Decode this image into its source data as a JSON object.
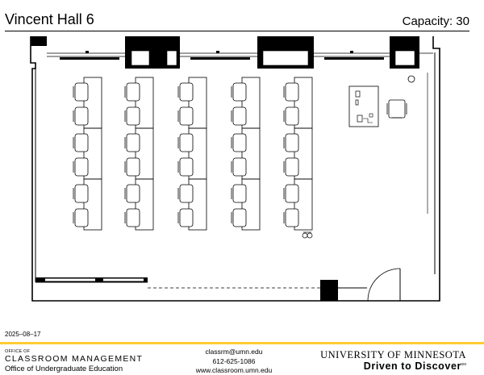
{
  "header": {
    "room_name": "Vincent Hall 6",
    "capacity": "Capacity: 30"
  },
  "floor_plan": {
    "tables_per_column": 3,
    "chairs_per_table": 2,
    "column_rows": [
      6,
      6,
      6,
      6,
      6
    ]
  },
  "footer": {
    "date": "2025–08–17",
    "office_of": "OFFICE OF",
    "office_name": "CLASSROOM MANAGEMENT",
    "office_sub": "Office of Undergraduate Education",
    "email": "classrm@umn.edu",
    "phone": "612-625-1086",
    "website": "www.classroom.umn.edu",
    "university": "UNIVERSITY OF MINNESOTA",
    "slogan": "Driven to Discover",
    "slogan_mark": "SM"
  }
}
